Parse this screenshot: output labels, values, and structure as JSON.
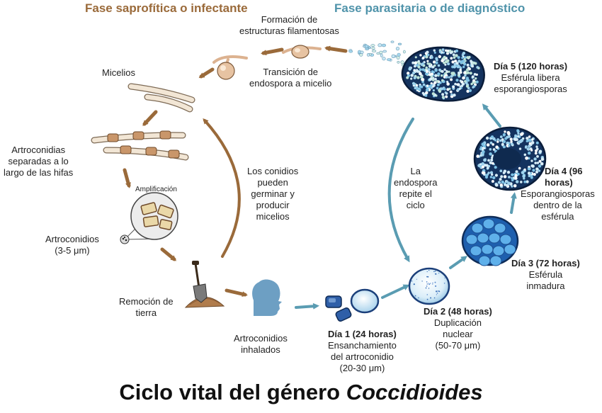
{
  "headers": {
    "saprophytic": "Fase saprofítica o infectante",
    "parasitic": "Fase parasitaria o de diagnóstico"
  },
  "title": {
    "main": "Ciclo vital del género ",
    "genus": "Coccidioides"
  },
  "labels": {
    "formacion": [
      "Formación de",
      "estructuras filamentosas"
    ],
    "transicion": [
      "Transición de",
      "endospora a micelio"
    ],
    "micelios": "Micelios",
    "artroconidias_separadas": [
      "Artroconidias",
      "separadas a lo",
      "largo de las hifas"
    ],
    "amplificacion": "Amplificación",
    "artroconidios_size": [
      "Artroconidios",
      "(3-5 μm)"
    ],
    "remocion": [
      "Remoción de",
      "tierra"
    ],
    "conidios": [
      "Los conidios",
      "pueden",
      "germinar y",
      "producir",
      "micelios"
    ],
    "inhalados": [
      "Artroconidios",
      "inhalados"
    ],
    "endospora_repite": [
      "La",
      "endospora",
      "repite el",
      "ciclo"
    ]
  },
  "stages": {
    "dia1": {
      "title": "Día 1 (24 horas)",
      "lines": [
        "Ensanchamiento",
        "del artroconidio",
        "(20-30 μm)"
      ]
    },
    "dia2": {
      "title": "Día 2 (48 horas)",
      "lines": [
        "Duplicación",
        "nuclear",
        "(50-70 μm)"
      ]
    },
    "dia3": {
      "title": "Día 3 (72 horas)",
      "lines": [
        "Esférula",
        "inmadura"
      ]
    },
    "dia4": {
      "title": [
        "Día 4 (96",
        "horas)"
      ],
      "lines": [
        "Esporangiosporas",
        "dentro de la",
        "esférula"
      ]
    },
    "dia5": {
      "title": "Día 5 (120 horas)",
      "lines": [
        "Esférula libera",
        "esporangiosporas"
      ]
    }
  },
  "colors": {
    "brown": "#9a6a3a",
    "teal": "#4f93aa",
    "tealArrow": "#5a9cb2",
    "sphereDark": "#12305c",
    "sphereMid": "#2a6fc4",
    "sphereLight": "#8ec9ef"
  }
}
